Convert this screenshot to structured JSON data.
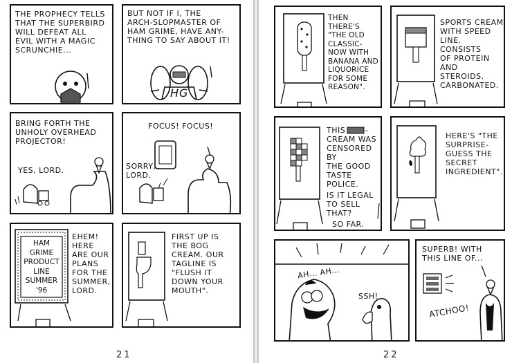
{
  "pages": [
    {
      "number": "21",
      "panels": [
        {
          "text": "The prophecy tells\nthat the superbird\nwill defeat all\nevil with a magic\nscrunchie..."
        },
        {
          "text": "But not if I, the\narch-slopmaster of\nHam Grime, have any-\nthing to say about it!",
          "emblem": "HG"
        },
        {
          "text": "Bring forth the\nunholy overhead\nprojector!",
          "reply": "Yes, Lord."
        },
        {
          "text": "Focus! Focus!",
          "reply": "Sorry,\nLord."
        },
        {
          "sign": "Ham\nGrime\nProduct\nLine\nSummer\n'96",
          "text": "Ehem!\nHere\nare our\nplans\nfor the\nsummer,\nLord."
        },
        {
          "text": "First up is\nthe bog\ncream. Our\ntagline is\n\"Flush it\ndown your\nmouth\"."
        }
      ]
    },
    {
      "number": "22",
      "panels": [
        {
          "text": "Then there's\n\"The old\nclassic-\nnow with\nbanana and\nliquorice\nfor some\nreason\"."
        },
        {
          "text": "Sports cream\nwith speed\nline. Consists\nof protein\nand steroids.\nCarbonated."
        },
        {
          "text_a": "This",
          "text_b": "-\ncream was\ncensored by\nthe good\ntaste police.",
          "text_c": "Is it legal\nto sell that?",
          "text_d": "So far."
        },
        {
          "text": "Here's \"The\nsurprise-\nguess the\nsecret\ningredient\"."
        },
        {
          "text": "Ah... Ah...",
          "reply": "Ssh!"
        },
        {
          "text": "Superb! With\nthis line of...",
          "sneeze": "Atchoo!"
        }
      ]
    }
  ]
}
